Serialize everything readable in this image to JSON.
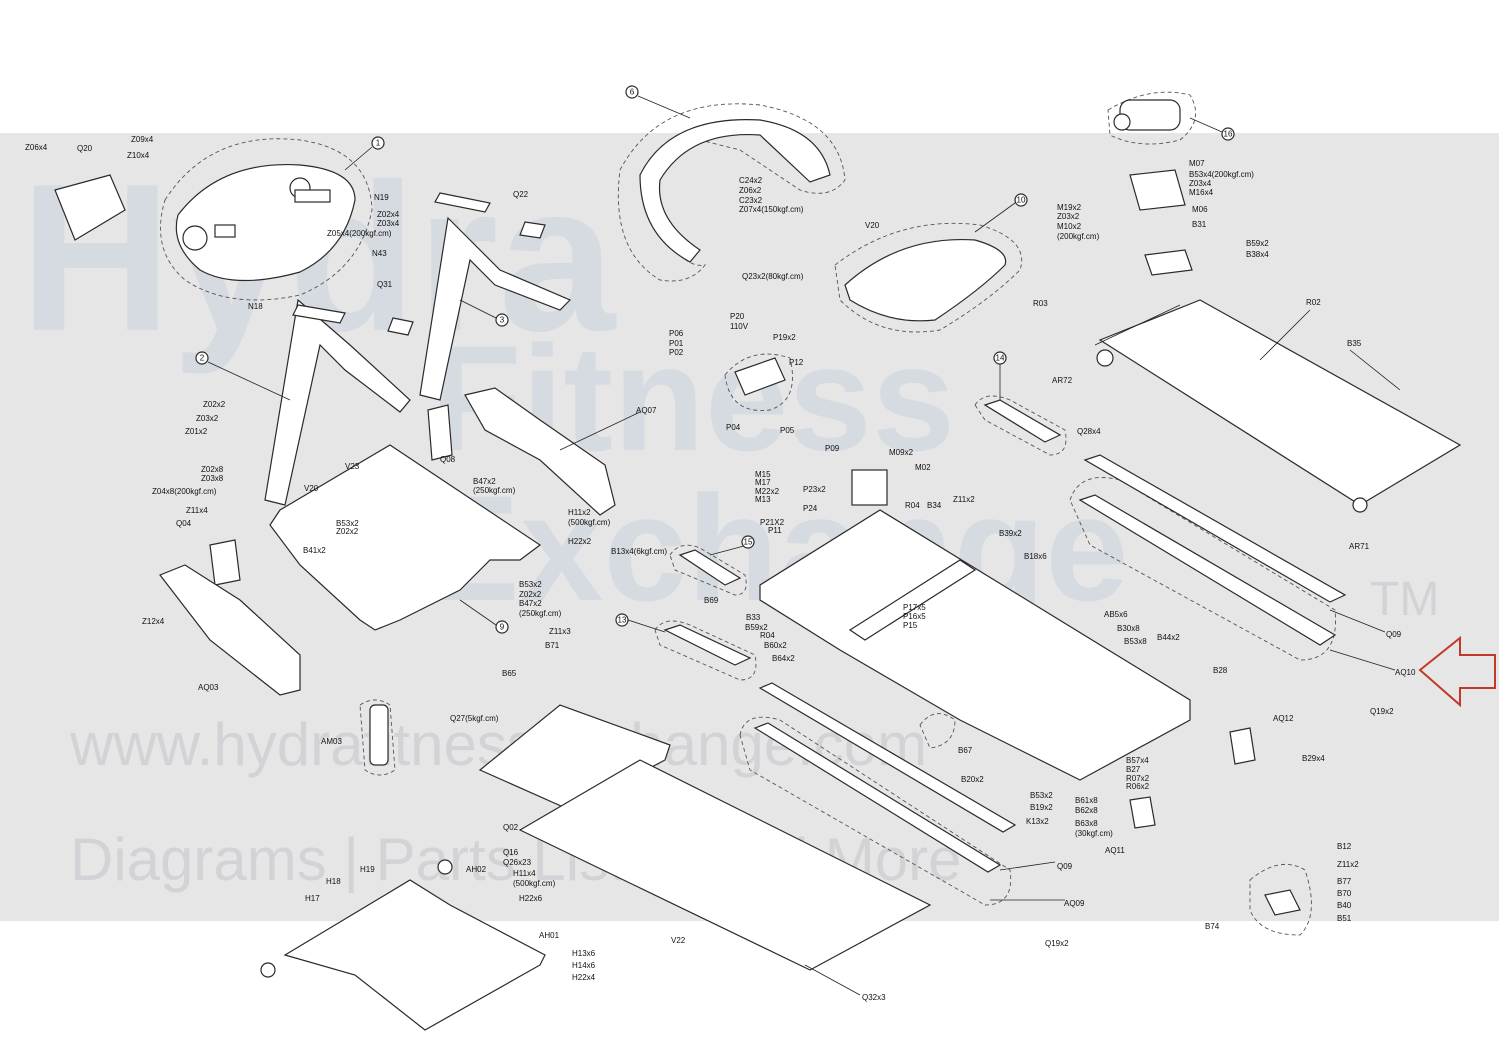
{
  "watermark": {
    "line1": "Hydra",
    "line2": "Fitness",
    "line3": "Exchange",
    "tm": "TM",
    "url": "www.hydrafitnessexchange.com",
    "tagline": "Diagrams | Parts Lists | And More"
  },
  "colors": {
    "band": "#e6e6e6",
    "arrow": "#c0392b",
    "watermark": "#c9d2de"
  },
  "callouts": [
    "1",
    "2",
    "3",
    "6",
    "9",
    "10",
    "13",
    "14",
    "15",
    "16"
  ],
  "labels": {
    "Z06x4": "Z06x4",
    "Q20": "Q20",
    "Z09x4": "Z09x4",
    "Z10x4": "Z10x4",
    "N19": "N19",
    "Z02x4": "Z02x4",
    "Z03x4": "Z03x4",
    "Z05x4": "Z05x4(200kgf.cm)",
    "N43": "N43",
    "Q22": "Q22",
    "N18": "N18",
    "Q31": "Q31",
    "Z02x2a": "Z02x2",
    "Z03x2": "Z03x2",
    "Z01x2": "Z01x2",
    "Z02x8": "Z02x8",
    "Z03x8": "Z03x8",
    "Z04x8": "Z04x8(200kgf.cm)",
    "Z11x4": "Z11x4",
    "Q04": "Q04",
    "V20a": "V20",
    "V23": "V23",
    "Q08": "Q08",
    "AQ07": "AQ07",
    "B47x2a": "B47x2",
    "B47x2a_t": "(250kgf.cm)",
    "B53x2a": "B53x2",
    "Z02x2b": "Z02x2",
    "B41x2": "B41x2",
    "H11x2": "H11x2",
    "H11x2_t": "(500kgf.cm)",
    "H22x2": "H22x2",
    "B53x2b": "B53x2",
    "Z02x2c": "Z02x2",
    "B47x2b": "B47x2",
    "B47x2b_t": "(250kgf.cm)",
    "Z12x4": "Z12x4",
    "AQ03": "AQ03",
    "C24x2": "C24x2",
    "Z06x2": "Z06x2",
    "C23x2": "C23x2",
    "Z07x4": "Z07x4(150kgf.cm)",
    "V20b": "V20",
    "Q23x2": "Q23x2(80kgf.cm)",
    "P20": "P20",
    "P20_v": "110V",
    "P06": "P06",
    "P01": "P01",
    "P02": "P02",
    "P19x2": "P19x2",
    "P12": "P12",
    "P04": "P04",
    "P05": "P05",
    "M07": "M07",
    "B53x4": "B53x4(200kgf.cm)",
    "Z03x4b": "Z03x4",
    "M16x4": "M16x4",
    "M19x2": "M19x2",
    "Z03x2b": "Z03x2",
    "M10x2": "M10x2",
    "M10x2_t": "(200kgf.cm)",
    "M06": "M06",
    "B31": "B31",
    "B59x2a": "B59x2",
    "B38x4": "B38x4",
    "R03": "R03",
    "R02": "R02",
    "B35": "B35",
    "AR72": "AR72",
    "Q28x4": "Q28x4",
    "AR71": "AR71",
    "P09": "P09",
    "M09x2": "M09x2",
    "M02": "M02",
    "M15": "M15",
    "M17": "M17",
    "M22x2": "M22x2",
    "M13": "M13",
    "P23x2": "P23x2",
    "P24": "P24",
    "P21X2": "P21X2",
    "P11": "P11",
    "R04a": "R04",
    "B34": "B34",
    "Z11x2a": "Z11x2",
    "B39x2": "B39x2",
    "B18x6": "B18x6",
    "B13x4": "B13x4(6kgf.cm)",
    "B69": "B69",
    "B33": "B33",
    "B59x2b": "B59x2",
    "R04b": "R04",
    "B60x2": "B60x2",
    "B64x2": "B64x2",
    "P17x5": "P17x5",
    "P16x5": "P16x5",
    "P15": "P15",
    "AB5x6": "AB5x6",
    "B30x8": "B30x8",
    "B53x8": "B53x8",
    "B44x2": "B44x2",
    "B28": "B28",
    "Q09a": "Q09",
    "AQ10": "AQ10",
    "Q19x2a": "Q19x2",
    "Z11x3": "Z11x3",
    "B71": "B71",
    "B65": "B65",
    "Q27": "Q27(5kgf.cm)",
    "AM03": "AM03",
    "B67": "B67",
    "AQ12": "AQ12",
    "B29x4": "B29x4",
    "B57x4": "B57x4",
    "B27": "B27",
    "R07x2": "R07x2",
    "R06x2": "R06x2",
    "B20x2": "B20x2",
    "B53x2c": "B53x2",
    "B19x2": "B19x2",
    "K13x2": "K13x2",
    "B61x8": "B61x8",
    "B62x8": "B62x8",
    "B63x8": "B63x8",
    "B63x8_t": "(30kgf.cm)",
    "AQ11": "AQ11",
    "Q02": "Q02",
    "Q16": "Q16",
    "Q26x23": "Q26x23",
    "H11x4": "H11x4",
    "H11x4_t": "(500kgf.cm)",
    "H22x6": "H22x6",
    "AH02": "AH02",
    "H19": "H19",
    "H18": "H18",
    "H17": "H17",
    "AH01": "AH01",
    "H13x6": "H13x6",
    "H14x6": "H14x6",
    "H22x4": "H22x4",
    "V22": "V22",
    "Q09b": "Q09",
    "AQ09": "AQ09",
    "Q19x2b": "Q19x2",
    "Q32x3": "Q32x3",
    "B12": "B12",
    "Z11x2b": "Z11x2",
    "B77": "B77",
    "B70": "B70",
    "B40": "B40",
    "B51": "B51",
    "B74": "B74"
  }
}
